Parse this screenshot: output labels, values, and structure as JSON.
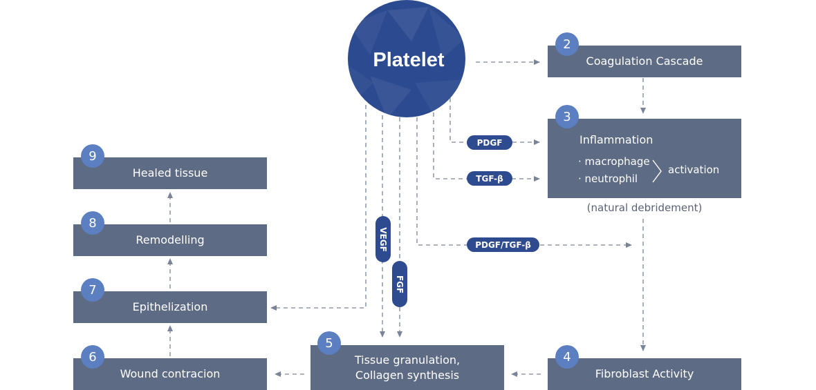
{
  "center": {
    "label": "Platelet"
  },
  "colors": {
    "box": "#5e6b85",
    "badge": "#5b7fc0",
    "pill": "#2f4b8f",
    "circle": "#2c4a90",
    "line": "#7a8498"
  },
  "boxes": {
    "coagulation": {
      "num": "2",
      "label": "Coagulation Cascade"
    },
    "inflammation": {
      "num": "3",
      "title": "Inflammation",
      "items": [
        "· macrophage",
        "· neutrophil"
      ],
      "result": "activation",
      "note": "(natural debridement)"
    },
    "fibroblast": {
      "num": "4",
      "label": "Fibroblast Activity"
    },
    "granulation": {
      "num": "5",
      "lines": [
        "Tissue granulation,",
        "Collagen synthesis"
      ]
    },
    "contraction": {
      "num": "6",
      "label": "Wound contracion"
    },
    "epithelization": {
      "num": "7",
      "label": "Epithelization"
    },
    "remodelling": {
      "num": "8",
      "label": "Remodelling"
    },
    "healed": {
      "num": "9",
      "label": "Healed tissue"
    }
  },
  "factors": {
    "pdgf": "PDGF",
    "tgf": "TGF-β",
    "pdgf_tgf": "PDGF/TGF-β",
    "vegf": "VEGF",
    "fgf": "FGF"
  }
}
